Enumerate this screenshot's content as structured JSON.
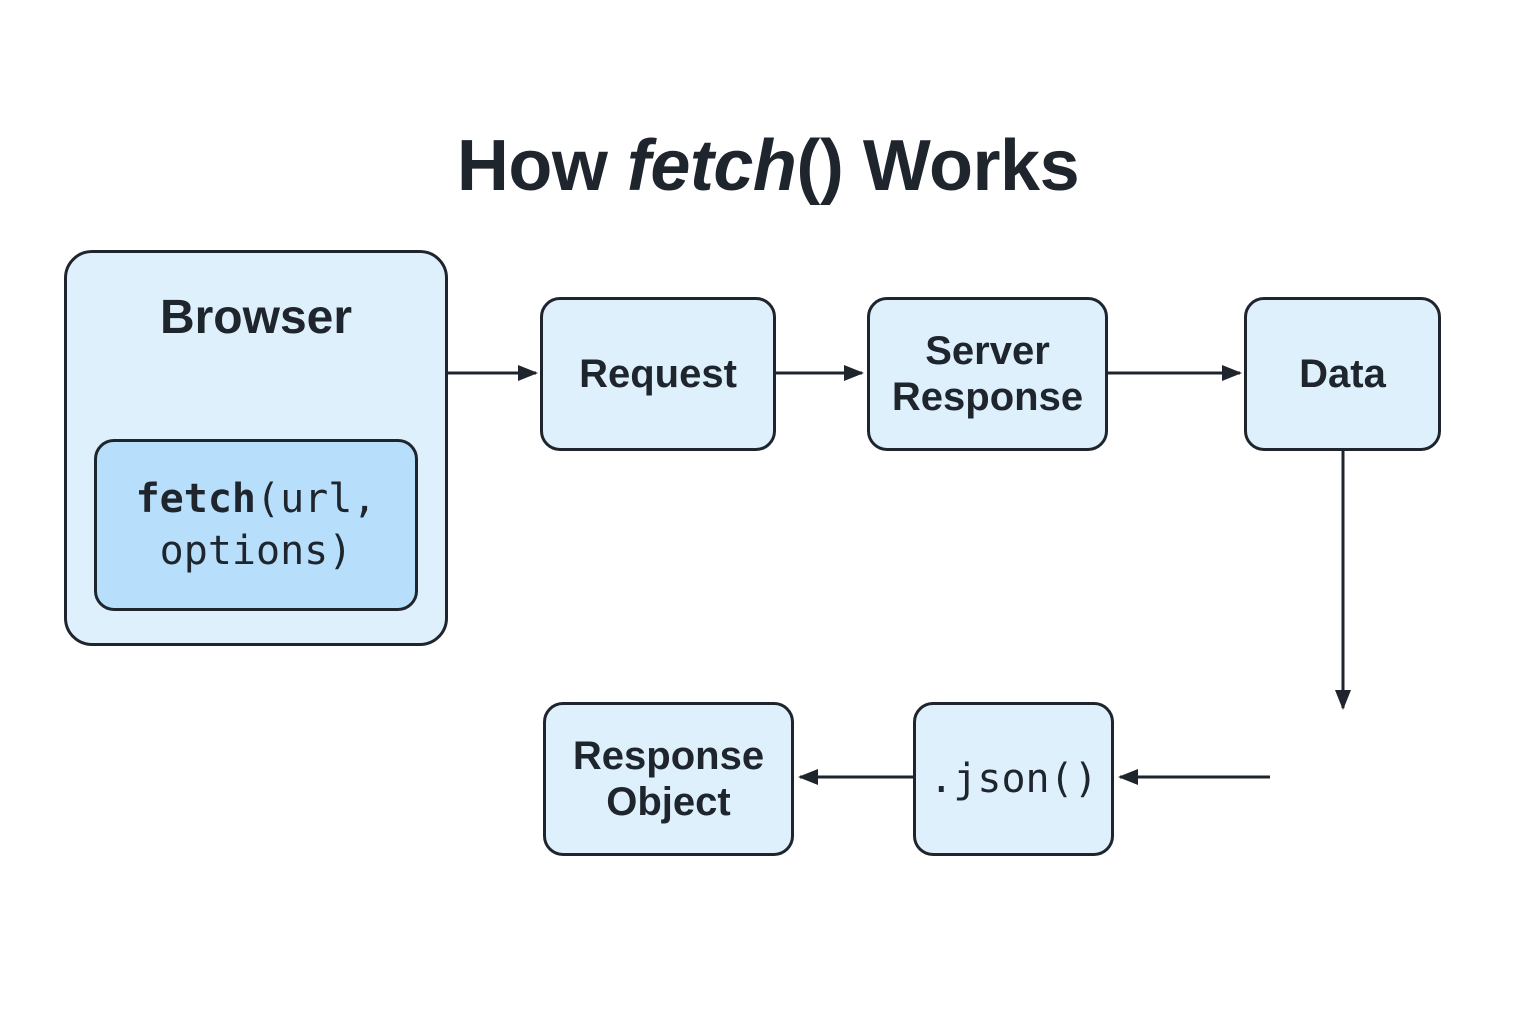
{
  "title": {
    "prefix": "How ",
    "emphasis": "fetch",
    "suffix": "() Works"
  },
  "nodes": {
    "browser": {
      "label": "Browser"
    },
    "fetch_call": {
      "name": "fetch",
      "line1_rest": "(url,",
      "line2": "options)"
    },
    "request": {
      "label": "Request"
    },
    "server_response": {
      "line1": "Server",
      "line2": "Response"
    },
    "data": {
      "label": "Data"
    },
    "json": {
      "label": ".json()"
    },
    "response_object": {
      "line1": "Response",
      "line2": "Object"
    }
  },
  "colors": {
    "node_fill": "#dff0fd",
    "inner_fill": "#b7dffb",
    "stroke": "#1f252d"
  }
}
